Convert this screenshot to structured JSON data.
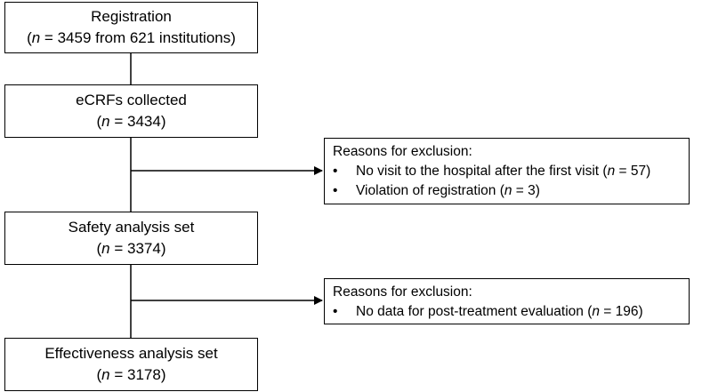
{
  "boxes": {
    "registration": {
      "title": "Registration",
      "count_prefix": "(",
      "n_symbol": "n",
      "count_suffix": " = 3459 from 621 institutions)"
    },
    "ecrfs": {
      "title": "eCRFs collected",
      "count_prefix": "(",
      "n_symbol": "n",
      "count_suffix": " = 3434)"
    },
    "safety": {
      "title": "Safety analysis set",
      "count_prefix": "(",
      "n_symbol": "n",
      "count_suffix": " = 3374)"
    },
    "effectiveness": {
      "title": "Effectiveness analysis set",
      "count_prefix": "(",
      "n_symbol": "n",
      "count_suffix": " = 3178)"
    }
  },
  "exclusions": {
    "first": {
      "header": "Reasons for exclusion:",
      "items": [
        {
          "bullet": "•",
          "text": "No visit to the hospital after the first visit (",
          "n_symbol": "n",
          "suffix": " = 57)"
        },
        {
          "bullet": "•",
          "text": "Violation of registration (",
          "n_symbol": "n",
          "suffix": " = 3)"
        }
      ]
    },
    "second": {
      "header": "Reasons for exclusion:",
      "items": [
        {
          "bullet": "•",
          "text": "No data for post-treatment evaluation (",
          "n_symbol": "n",
          "suffix": " = 196)"
        }
      ]
    }
  }
}
